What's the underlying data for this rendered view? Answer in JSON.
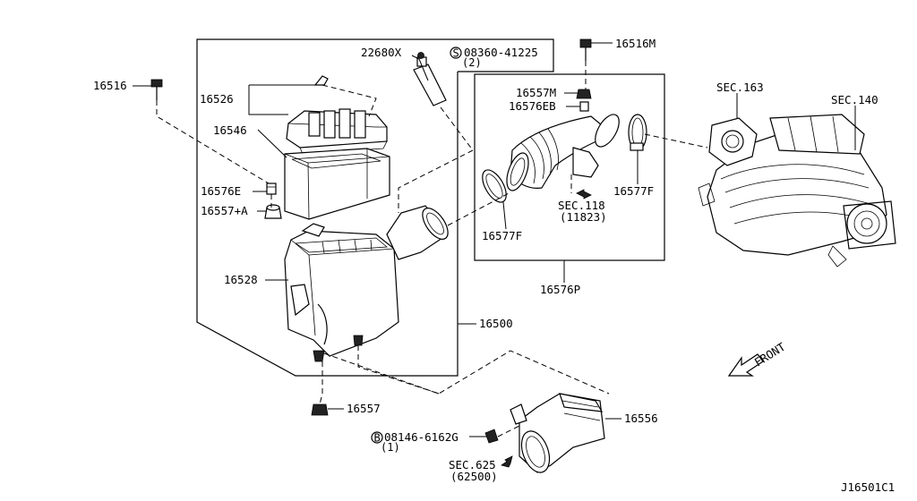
{
  "diagram_id": "J16501C1",
  "direction_label": "FRONT",
  "callouts": {
    "p22680X": "22680X",
    "p08360_41225": "08360-41225",
    "p08360_qty": "(2)",
    "p16516M": "16516M",
    "p16516": "16516",
    "p16526": "16526",
    "p16546": "16546",
    "p16576E": "16576E",
    "p16557A": "16557+A",
    "p16528": "16528",
    "p16500": "16500",
    "p16557": "16557",
    "p16557M": "16557M",
    "p16576EB": "16576EB",
    "p16577F_right": "16577F",
    "p16577F_left": "16577F",
    "sec118": "SEC.118",
    "sec118_ref": "(11823)",
    "p16576P": "16576P",
    "sec163": "SEC.163",
    "sec140": "SEC.140",
    "p16556": "16556",
    "p08146_6162G": "08146-6162G",
    "p08146_qty": "(1)",
    "sec625": "SEC.625",
    "sec625_ref": "(62500)"
  },
  "symbols": {
    "screw_mark": "S",
    "bolt_mark": "B"
  }
}
